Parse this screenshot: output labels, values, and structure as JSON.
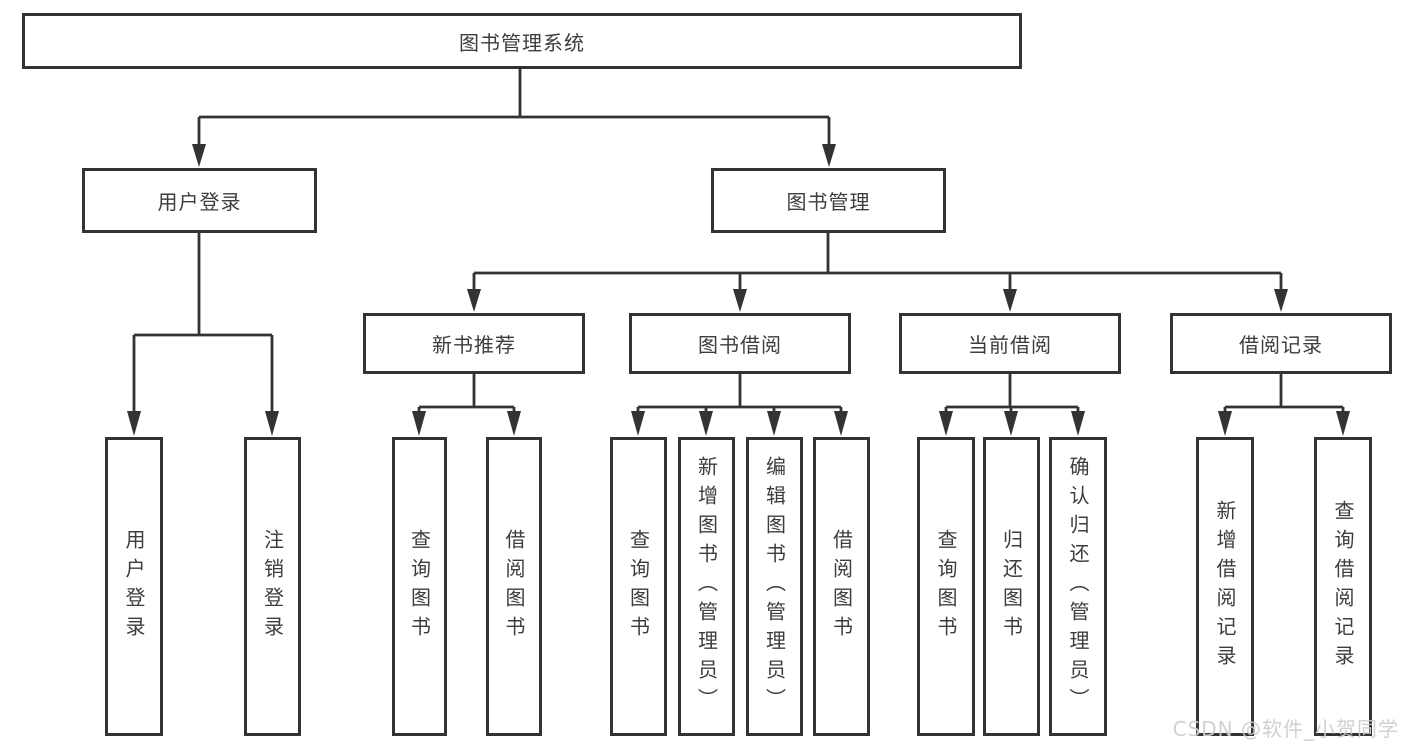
{
  "diagram_title": "图书管理系统",
  "colors": {
    "line": "#333333",
    "box_border": "#333333",
    "text": "#3d3d3d",
    "background": "#ffffff",
    "watermark": "#cdcdcd"
  },
  "tree": {
    "label": "图书管理系统",
    "children": [
      {
        "label": "用户登录",
        "children": [
          {
            "label": "用户登录"
          },
          {
            "label": "注销登录"
          }
        ]
      },
      {
        "label": "图书管理",
        "children": [
          {
            "label": "新书推荐",
            "children": [
              {
                "label": "查询图书"
              },
              {
                "label": "借阅图书"
              }
            ]
          },
          {
            "label": "图书借阅",
            "children": [
              {
                "label": "查询图书"
              },
              {
                "label": "新增图书（管理员）"
              },
              {
                "label": "编辑图书（管理员）"
              },
              {
                "label": "借阅图书"
              }
            ]
          },
          {
            "label": "当前借阅",
            "children": [
              {
                "label": "查询图书"
              },
              {
                "label": "归还图书"
              },
              {
                "label": "确认归还（管理员）"
              }
            ]
          },
          {
            "label": "借阅记录",
            "children": [
              {
                "label": "新增借阅记录"
              },
              {
                "label": "查询借阅记录"
              }
            ]
          }
        ]
      }
    ]
  },
  "watermark": {
    "text": "CSDN @软件_小贺同学"
  }
}
